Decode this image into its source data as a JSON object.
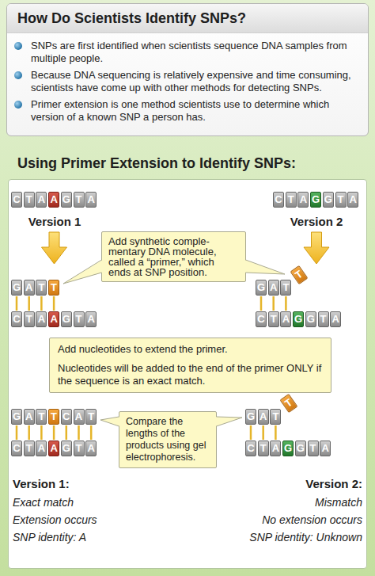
{
  "diagram": {
    "title": "How Do Scientists Identify SNPs?",
    "nodes": [
      {
        "text": [
          "SNPs are first identified when scientists sequence DNA samples from multiple people.",
          "Because DNA sequencing is relatively expensive and time consuming, scientists have come up with other methods for detecting SNPs.",
          "Primer extension is one method scientists use to determine which version of a known SNP a person has."
        ]
      },
      {
        "text": [
          "Using Primer Extension to Identify SNPs:"
        ]
      },
      {
        "text": [
          "C"
        ],
        "in": 1
      },
      {
        "text": [
          "T"
        ],
        "in": 1
      },
      {
        "text": [
          "A"
        ],
        "in": 1
      },
      {
        "text": [
          "A"
        ],
        "in": 1
      },
      {
        "text": [
          "G"
        ],
        "in": 1
      },
      {
        "text": [
          "T"
        ],
        "in": 1
      },
      {
        "text": [
          "A"
        ],
        "in": 1
      },
      {
        "text": [
          "C"
        ],
        "in": 1
      },
      {
        "text": [
          "T"
        ],
        "in": 1
      },
      {
        "text": [
          "A"
        ],
        "in": 1
      },
      {
        "text": [
          "G"
        ],
        "in": 1
      },
      {
        "text": [
          "G"
        ],
        "in": 1
      },
      {
        "text": [
          "T"
        ],
        "in": 1
      },
      {
        "text": [
          "A"
        ],
        "in": 1
      },
      {
        "text": [
          "Add synthetic comple- mentary DNA molecule, called a “primer,” which ends at SNP position."
        ],
        "in": 1
      },
      {
        "text": [
          "G"
        ],
        "in": 1
      },
      {
        "text": [
          "A"
        ],
        "in": 1
      },
      {
        "text": [
          "T"
        ],
        "in": 1
      },
      {
        "text": [
          "T"
        ],
        "in": 1
      },
      {
        "text": [
          "C"
        ],
        "in": 1
      },
      {
        "text": [
          "T"
        ],
        "in": 1
      },
      {
        "text": [
          "A"
        ],
        "in": 1
      },
      {
        "text": [
          "A"
        ],
        "in": 1
      },
      {
        "text": [
          "G"
        ],
        "in": 1
      },
      {
        "text": [
          "T"
        ],
        "in": 1
      },
      {
        "text": [
          "A"
        ],
        "in": 1
      },
      {
        "text": [
          "G"
        ],
        "in": 1
      },
      {
        "text": [
          "A"
        ],
        "in": 1
      },
      {
        "text": [
          "T"
        ],
        "in": 1
      },
      {
        "text": [
          "T"
        ],
        "in": 1
      },
      {
        "text": [
          "C"
        ],
        "in": 1
      },
      {
        "text": [
          "T"
        ],
        "in": 1
      },
      {
        "text": [
          "A"
        ],
        "in": 1
      },
      {
        "text": [
          "G"
        ],
        "in": 1
      },
      {
        "text": [
          "G"
        ],
        "in": 1
      },
      {
        "text": [
          "T"
        ],
        "in": 1
      },
      {
        "text": [
          "A"
        ],
        "in": 1
      },
      {
        "text": [
          "Add nucleotides to extend the primer.",
          "Nucleotides will be added to the end of the primer ONLY if the sequence is an exact match."
        ],
        "in": 1
      },
      {
        "text": [
          "G"
        ],
        "in": 1
      },
      {
        "text": [
          "A"
        ],
        "in": 1
      },
      {
        "text": [
          "T"
        ],
        "in": 1
      },
      {
        "text": [
          "T"
        ],
        "in": 1
      },
      {
        "text": [
          "C"
        ],
        "in": 1
      },
      {
        "text": [
          "A"
        ],
        "in": 1
      },
      {
        "text": [
          "T"
        ],
        "in": 1
      },
      {
        "text": [
          "C"
        ],
        "in": 1
      },
      {
        "text": [
          "T"
        ],
        "in": 1
      },
      {
        "text": [
          "A"
        ],
        "in": 1
      },
      {
        "text": [
          "A"
        ],
        "in": 1
      },
      {
        "text": [
          "G"
        ],
        "in": 1
      },
      {
        "text": [
          "T"
        ],
        "in": 1
      },
      {
        "text": [
          "A"
        ],
        "in": 1
      },
      {
        "text": [
          "Compare the lengths of the products using gel electrophoresis."
        ],
        "in": 1
      },
      {
        "text": [
          "G"
        ],
        "in": 1
      },
      {
        "text": [
          "A"
        ],
        "in": 1
      },
      {
        "text": [
          "T"
        ],
        "in": 1
      },
      {
        "text": [
          "T"
        ],
        "in": 1
      },
      {
        "text": [
          "C"
        ],
        "in": 1
      },
      {
        "text": [
          "T"
        ],
        "in": 1
      },
      {
        "text": [
          "A"
        ],
        "in": 1
      },
      {
        "text": [
          "G"
        ],
        "in": 1
      },
      {
        "text": [
          "G"
        ],
        "in": 1
      },
      {
        "text": [
          "T"
        ],
        "in": 1
      },
      {
        "text": [
          "A"
        ],
        "in": 1
      }
    ],
    "labels": [
      "Version 1",
      "Version 2",
      "Version 1:",
      "Exact match",
      "Extension occurs",
      "SNP identity: A",
      "Version 2:",
      "Mismatch",
      "No extension occurs",
      "SNP identity: Unknown"
    ]
  }
}
